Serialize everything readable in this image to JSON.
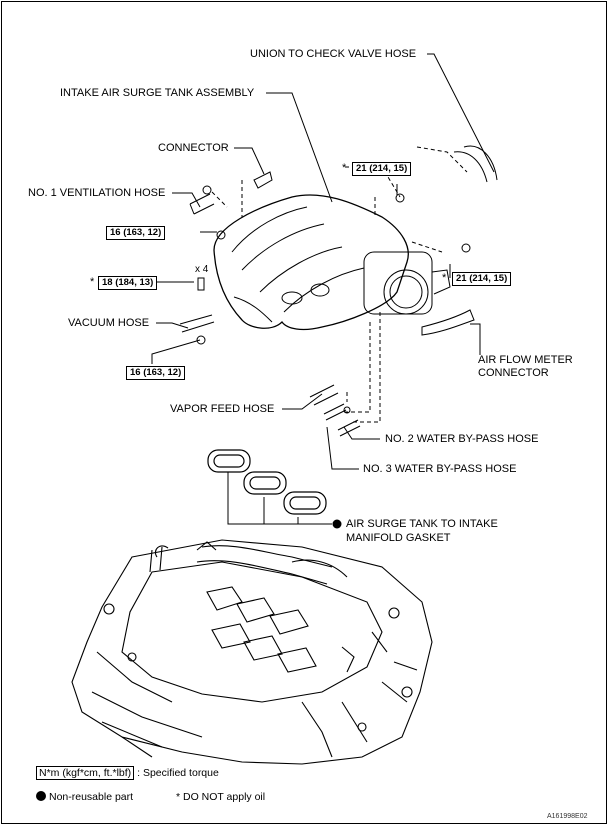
{
  "labels": {
    "union_hose": "UNION TO CHECK VALVE HOSE",
    "surge_tank": "INTAKE AIR SURGE TANK ASSEMBLY",
    "connector": "CONNECTOR",
    "ventilation_hose": "NO. 1 VENTILATION HOSE",
    "vacuum_hose": "VACUUM HOSE",
    "air_flow_meter_line1": "AIR FLOW METER",
    "air_flow_meter_line2": "CONNECTOR",
    "vapor_feed_hose": "VAPOR FEED HOSE",
    "water_bypass_2": "NO. 2 WATER BY-PASS HOSE",
    "water_bypass_3": "NO. 3 WATER BY-PASS HOSE",
    "gasket_line1": "AIR SURGE TANK TO INTAKE",
    "gasket_line2": "MANIFOLD GASKET",
    "quantity": "x 4"
  },
  "torques": {
    "t1": "21 (214, 15)",
    "t2": "16 (163, 12)",
    "t3": "18 (184, 13)",
    "t4": "21 (214, 15)",
    "t5": "16 (163, 12)"
  },
  "marks": {
    "asterisk": "*"
  },
  "legend": {
    "torque_unit": "N*m (kgf*cm, ft.*lbf)",
    "torque_desc": ": Specified torque",
    "nonreusable": "Non-reusable part",
    "no_oil": "* DO NOT apply oil"
  },
  "figure_code": "A161998E02"
}
